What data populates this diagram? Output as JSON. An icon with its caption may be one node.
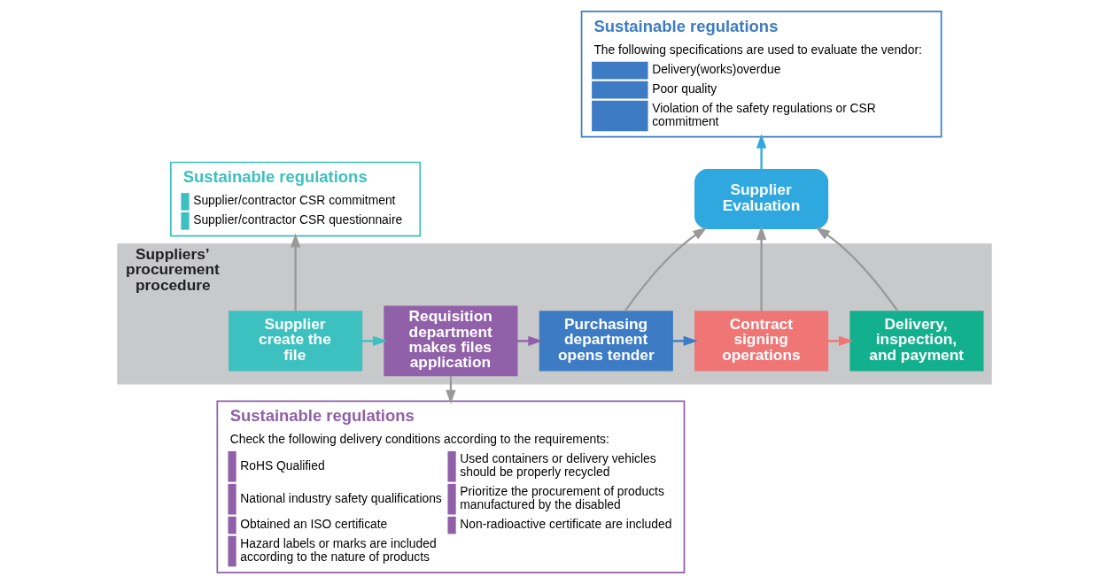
{
  "diagram": {
    "nodes": [
      {
        "text": [
          "Suppliers’ procurement procedure"
        ]
      },
      {
        "text": [
          "Supplier create the file"
        ],
        "in": 0
      },
      {
        "text": [
          "Requisition department makes files application"
        ],
        "in": 0
      },
      {
        "text": [
          "Purchasing department opens tender"
        ],
        "in": 0
      },
      {
        "text": [
          "Contract signing operations"
        ],
        "in": 0
      },
      {
        "text": [
          "Delivery, inspection, and payment"
        ],
        "in": 0
      },
      {
        "text": [
          "Supplier Evaluation"
        ]
      },
      {
        "text": [
          "Sustainable regulations",
          "Supplier/contractor CSR commitment",
          "Supplier/contractor CSR questionnaire"
        ]
      },
      {
        "text": [
          "Sustainable regulations",
          "The following specifications are used to evaluate the vendor:",
          "Delivery(works)overdue",
          "Poor quality",
          "Violation of the safety regulations or CSR commitment"
        ]
      },
      {
        "text": [
          "Sustainable regulations",
          "Check the following delivery conditions according to the requirements:",
          "RoHS Qualified",
          "National industry safety qualifications",
          "Obtained an ISO certificate",
          "Hazard labels or marks are included according to the nature of products",
          "Used containers or delivery vehicles should be properly recycled",
          "Prioritize the procurement of products manufactured by the disabled",
          "Non-radioactive certificate are included"
        ]
      }
    ],
    "edges": [
      {
        "from": 1,
        "to": 2,
        "arrow": "to",
        "color": "#3cc1c0"
      },
      {
        "from": 2,
        "to": 3,
        "arrow": "to",
        "color": "#9060a8"
      },
      {
        "from": 3,
        "to": 4,
        "arrow": "to",
        "color": "#3d7cc4"
      },
      {
        "from": 4,
        "to": 5,
        "arrow": "to",
        "color": "#f07575"
      },
      {
        "from": 1,
        "to": 7,
        "arrow": "to",
        "color": "#999999"
      },
      {
        "from": 2,
        "to": 9,
        "arrow": "to",
        "color": "#999999"
      },
      {
        "from": 3,
        "to": 6,
        "arrow": "to",
        "color": "#999999"
      },
      {
        "from": 4,
        "to": 6,
        "arrow": "to",
        "color": "#999999"
      },
      {
        "from": 5,
        "to": 6,
        "arrow": "to",
        "color": "#999999"
      },
      {
        "from": 6,
        "to": 8,
        "arrow": "to",
        "color": "#2fa8e0"
      }
    ]
  }
}
